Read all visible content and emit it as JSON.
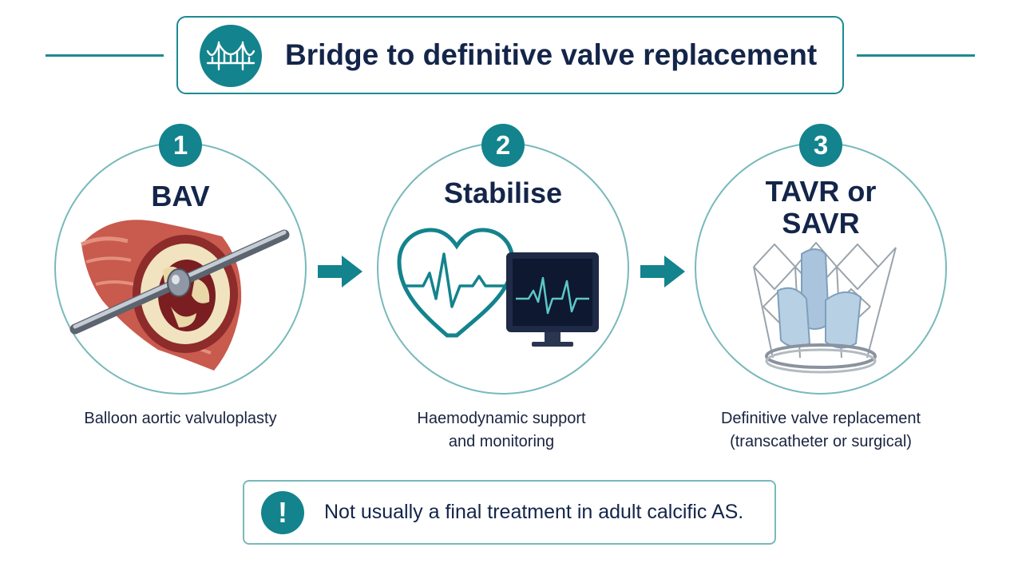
{
  "title": "Bridge to definitive valve replacement",
  "title_icon": "bridge-icon",
  "steps": [
    {
      "number": "1",
      "heading": "BAV",
      "caption_line1": "Balloon aortic valvuloplasty",
      "caption_line2": "",
      "illustration": "balloon-catheter-in-aortic-valve"
    },
    {
      "number": "2",
      "heading": "Stabilise",
      "caption_line1": "Haemodynamic support",
      "caption_line2": "and monitoring",
      "illustration": "heart-and-monitor"
    },
    {
      "number": "3",
      "heading_line1": "TAVR or",
      "heading_line2": "SAVR",
      "caption_line1": "Definitive valve replacement",
      "caption_line2": "(transcatheter or surgical)",
      "illustration": "prosthetic-valve"
    }
  ],
  "note": {
    "icon": "exclamation-icon",
    "text": "Not usually a final treatment in adult calcific AS."
  },
  "colors": {
    "accent": "#13838d",
    "ring": "#79b9bb",
    "text": "#14254a"
  }
}
